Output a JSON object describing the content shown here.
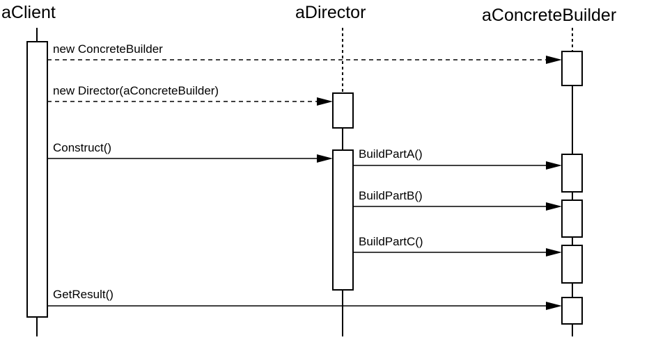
{
  "participants": {
    "client": "aClient",
    "director": "aDirector",
    "builder": "aConcreteBuilder"
  },
  "messages": {
    "new_builder": "new ConcreteBuilder",
    "new_director": "new Director(aConcreteBuilder)",
    "construct": "Construct()",
    "build_part_a": "BuildPartA()",
    "build_part_b": "BuildPartB()",
    "build_part_c": "BuildPartC()",
    "get_result": "GetResult()"
  }
}
